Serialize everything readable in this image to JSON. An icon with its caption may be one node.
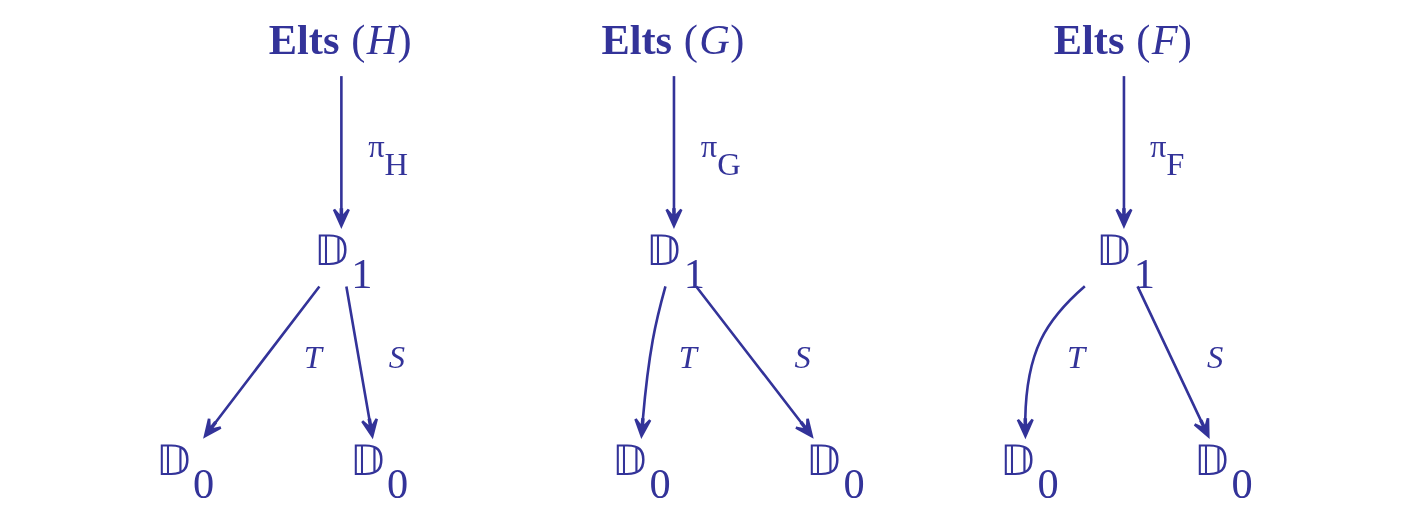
{
  "diagram": {
    "nodes": [
      {
        "text": [
          "**Elts** (*H*)"
        ]
      },
      {
        "text": [
          "𝔻$_{1}$"
        ]
      },
      {
        "text": [
          "𝔻$_{0}$"
        ]
      },
      {
        "text": [
          "𝔻$_{0}$"
        ]
      },
      {
        "text": [
          "**Elts** (*G*)"
        ]
      },
      {
        "text": [
          "𝔻$_{1}$"
        ]
      },
      {
        "text": [
          "𝔻$_{0}$"
        ]
      },
      {
        "text": [
          "𝔻$_{0}$"
        ]
      },
      {
        "text": [
          "**Elts** (*F*)"
        ]
      },
      {
        "text": [
          "𝔻$_{1}$"
        ]
      },
      {
        "text": [
          "𝔻$_{0}$"
        ]
      },
      {
        "text": [
          "𝔻$_{0}$"
        ]
      }
    ],
    "edges": [
      {
        "from": 0,
        "to": 1,
        "arrow": "to",
        "label": "π$_{H}$"
      },
      {
        "from": 1,
        "to": 2,
        "arrow": "to",
        "label": "*T*"
      },
      {
        "from": 1,
        "to": 3,
        "arrow": "to",
        "label": "*S*"
      },
      {
        "from": 4,
        "to": 5,
        "arrow": "to",
        "label": "π$_{G}$"
      },
      {
        "from": 5,
        "to": 6,
        "arrow": "to",
        "label": "*T*"
      },
      {
        "from": 5,
        "to": 7,
        "arrow": "to",
        "label": "*S*"
      },
      {
        "from": 8,
        "to": 9,
        "arrow": "to",
        "label": "π$_{F}$"
      },
      {
        "from": 9,
        "to": 10,
        "arrow": "to",
        "label": "*T*"
      },
      {
        "from": 9,
        "to": 11,
        "arrow": "to",
        "label": "*S*"
      }
    ]
  }
}
